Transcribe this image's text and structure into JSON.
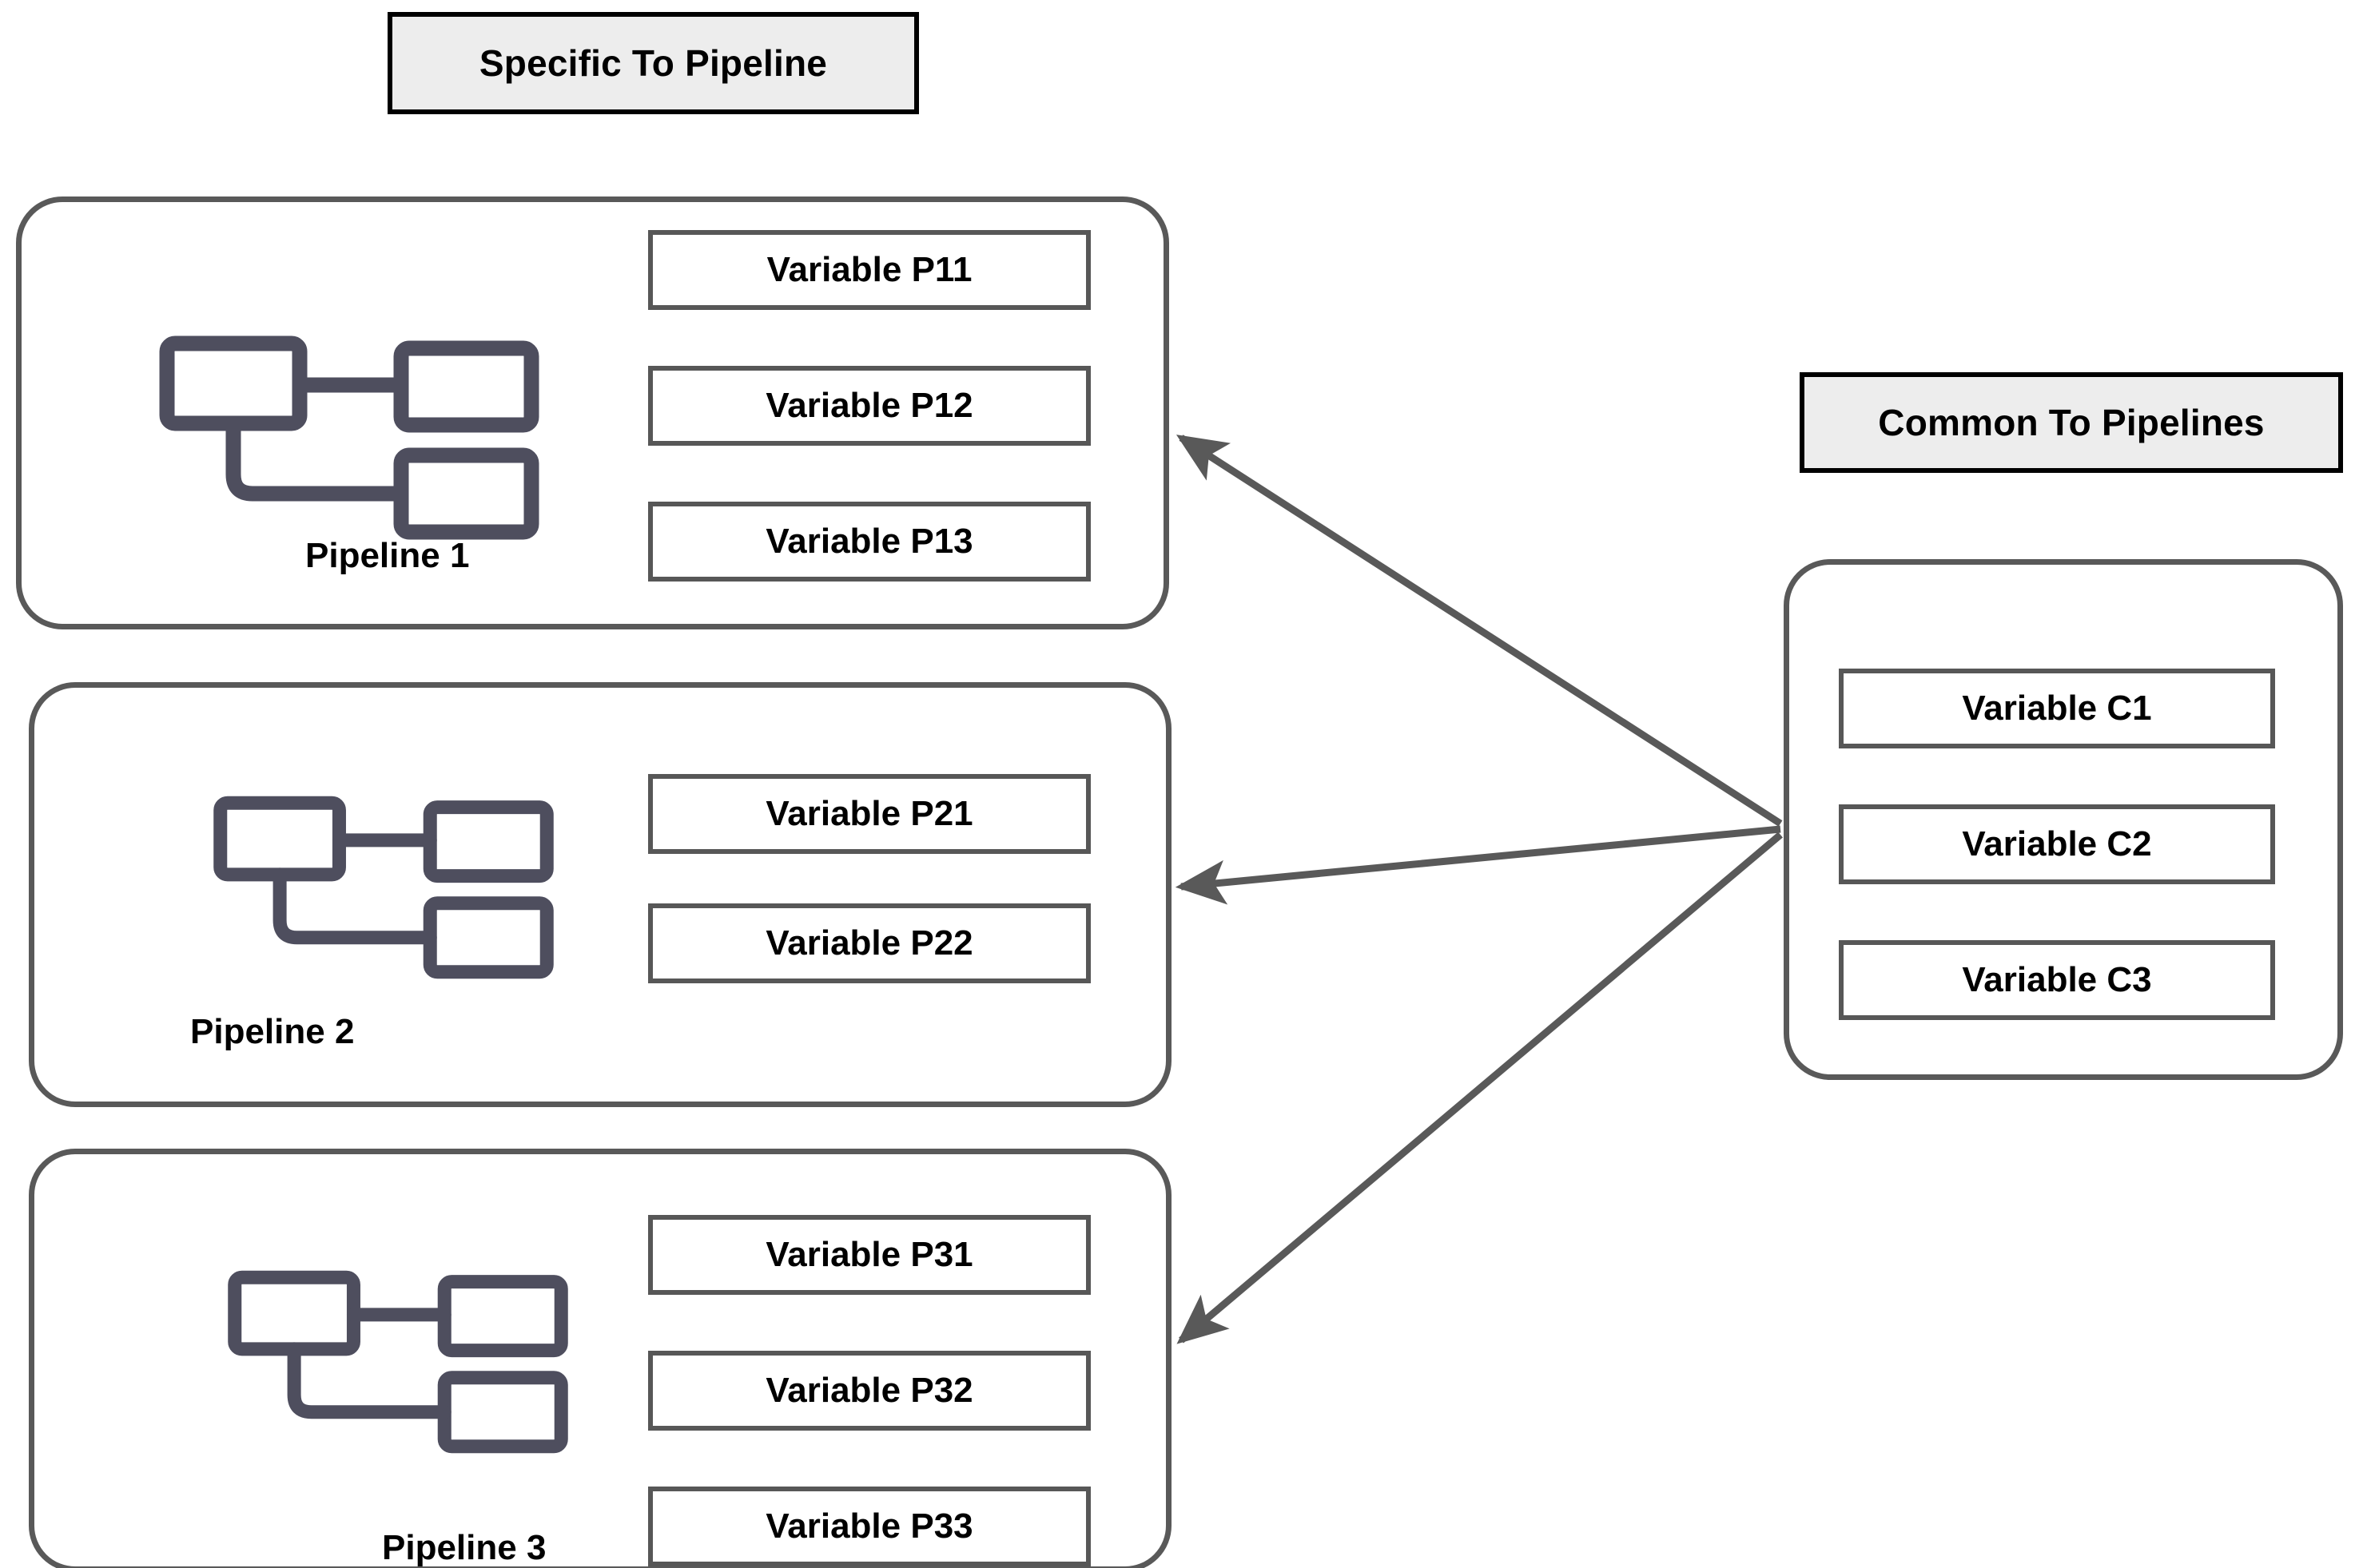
{
  "headers": {
    "specific": "Specific To Pipeline",
    "common": "Common To Pipelines"
  },
  "colors": {
    "header_fill": "#ededed",
    "header_border": "#000000",
    "group_border": "#595959",
    "variable_border": "#575757",
    "icon": "#4e4e5e",
    "arrow": "#595959",
    "text": "#000000",
    "background": "#ffffff"
  },
  "pipelines": [
    {
      "label": "Pipeline 1",
      "icon": "pipeline-flow-icon",
      "variables": [
        "Variable P11",
        "Variable P12",
        "Variable P13"
      ]
    },
    {
      "label": "Pipeline 2",
      "icon": "pipeline-flow-icon",
      "variables": [
        "Variable P21",
        "Variable P22"
      ]
    },
    {
      "label": "Pipeline 3",
      "icon": "pipeline-flow-icon",
      "variables": [
        "Variable P31",
        "Variable P32",
        "Variable P33"
      ]
    }
  ],
  "common_variables": [
    "Variable C1",
    "Variable C2",
    "Variable C3"
  ],
  "arrows": [
    {
      "name": "arrow-common-to-pipeline-1",
      "from": "common-panel",
      "to": "pipeline-1"
    },
    {
      "name": "arrow-common-to-pipeline-2",
      "from": "common-panel",
      "to": "pipeline-2"
    },
    {
      "name": "arrow-common-to-pipeline-3",
      "from": "common-panel",
      "to": "pipeline-3"
    }
  ]
}
